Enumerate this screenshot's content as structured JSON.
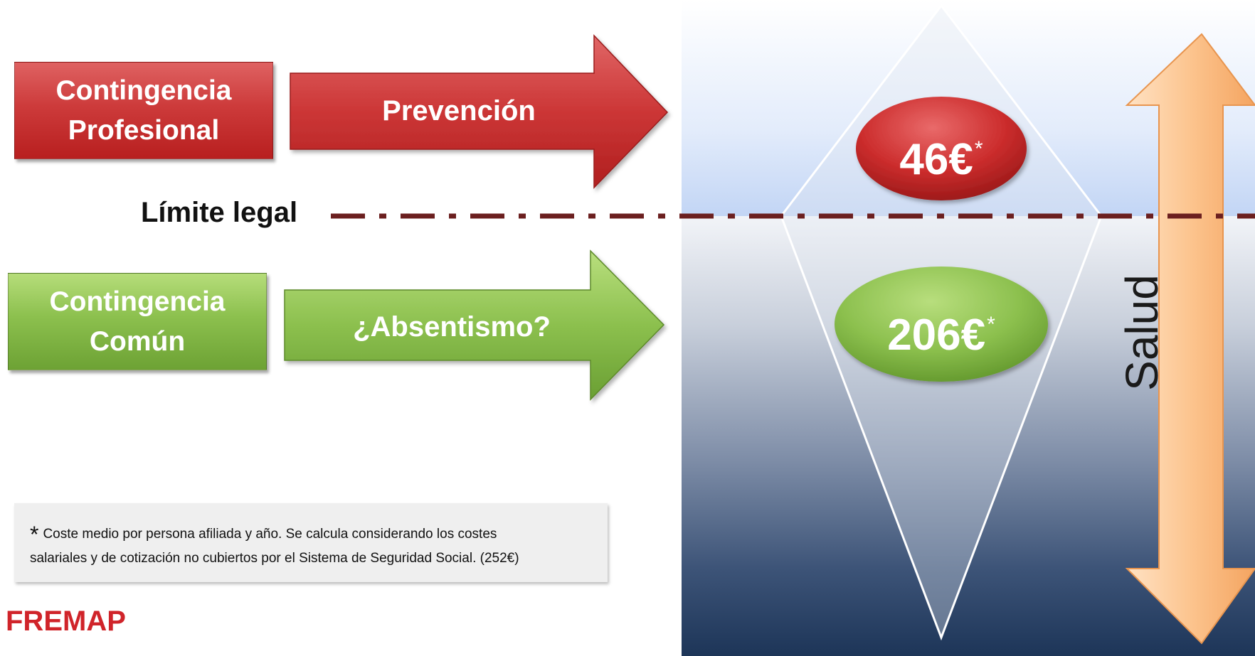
{
  "boxes": {
    "professional": "Contingencia\nProfesional",
    "common": "Contingencia\nComún"
  },
  "arrows": {
    "prevention": "Prevención",
    "absenteeism": "¿Absentismo?"
  },
  "limit_label": "Límite legal",
  "costs": {
    "professional": {
      "amount": "46€",
      "mark": "*"
    },
    "common": {
      "amount": "206€",
      "mark": "*"
    }
  },
  "health_label": "Salud",
  "footnote": {
    "mark": "*",
    "text_line1": "Coste medio por persona afiliada y año. Se calcula considerando los costes",
    "text_line2": "salariales y de cotización no cubiertos por el Sistema de Seguridad Social. (252€)"
  },
  "logo": "FREMAP",
  "colors": {
    "red": "#c8292e",
    "green": "#8cc04e",
    "limit_line": "#6b1f1f",
    "health_arrow": "#fbc38d",
    "logo": "#d0242a"
  }
}
